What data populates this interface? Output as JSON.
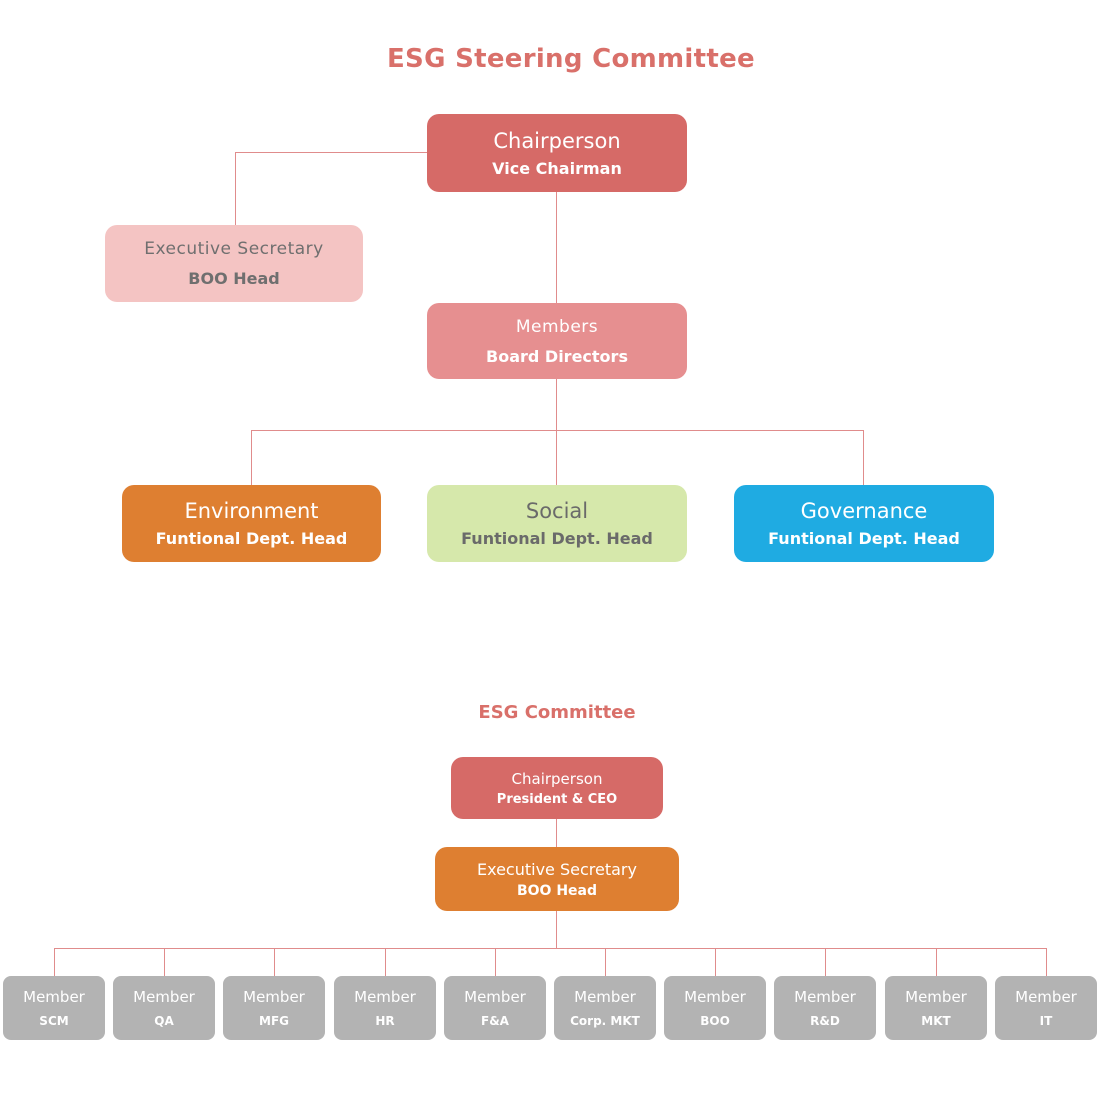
{
  "steering": {
    "title": "ESG Steering Committee",
    "chairperson": {
      "role": "Chairperson",
      "holder": "Vice Chairman",
      "color": "#d66a67"
    },
    "executive_secretary": {
      "role": "Executive Secretary",
      "holder": "BOO Head",
      "color": "#f4c4c3"
    },
    "members": {
      "role": "Members",
      "holder": "Board Directors",
      "color": "#e68f90"
    },
    "pillars": [
      {
        "role": "Environment",
        "holder": "Funtional Dept. Head",
        "color": "#de7f31"
      },
      {
        "role": "Social",
        "holder": "Funtional Dept. Head",
        "color": "#d6e8ab"
      },
      {
        "role": "Governance",
        "holder": "Funtional Dept. Head",
        "color": "#1fabe2"
      }
    ]
  },
  "committee": {
    "title": "ESG Committee",
    "chairperson": {
      "role": "Chairperson",
      "holder": "President & CEO",
      "color": "#d66a67"
    },
    "executive_secretary": {
      "role": "Executive Secretary",
      "holder": "BOO Head",
      "color": "#de7f31"
    },
    "members": [
      {
        "role": "Member",
        "dept": "SCM"
      },
      {
        "role": "Member",
        "dept": "QA"
      },
      {
        "role": "Member",
        "dept": "MFG"
      },
      {
        "role": "Member",
        "dept": "HR"
      },
      {
        "role": "Member",
        "dept": "F&A"
      },
      {
        "role": "Member",
        "dept": "Corp. MKT"
      },
      {
        "role": "Member",
        "dept": "BOO"
      },
      {
        "role": "Member",
        "dept": "R&D"
      },
      {
        "role": "Member",
        "dept": "MKT"
      },
      {
        "role": "Member",
        "dept": "IT"
      }
    ]
  },
  "connector_color": "#e08c8c"
}
